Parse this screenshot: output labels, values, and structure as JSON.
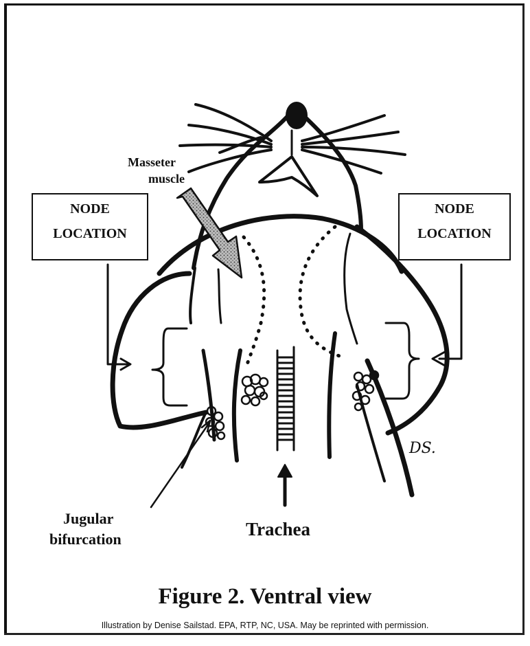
{
  "labels": {
    "masseter_line1": "Masseter",
    "masseter_line2": "muscle",
    "node_left_line1": "NODE",
    "node_left_line2": "LOCATION",
    "node_right_line1": "NODE",
    "node_right_line2": "LOCATION",
    "jugular_line1": "Jugular",
    "jugular_line2": "bifurcation",
    "trachea": "Trachea"
  },
  "caption": {
    "title": "Figure 2.  Ventral view",
    "credit": "Illustration by Denise Sailstad. EPA, RTP, NC, USA.  May be reprinted with permission."
  },
  "signature": "DS."
}
